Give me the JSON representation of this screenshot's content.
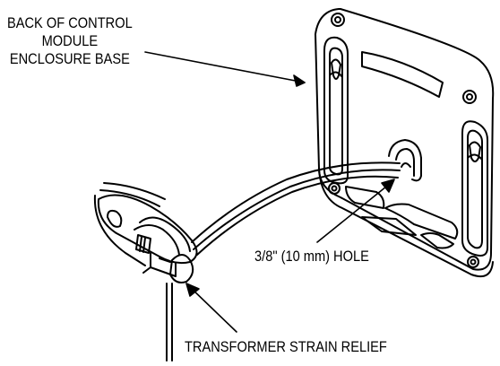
{
  "labels": {
    "enclosure_base": [
      "BACK OF CONTROL",
      "MODULE",
      "ENCLOSURE BASE"
    ],
    "hole": "3/8\" (10 mm) HOLE",
    "strain_relief": "TRANSFORMER STRAIN RELIEF"
  },
  "colors": {
    "ink": "#000000",
    "background": "#ffffff"
  }
}
